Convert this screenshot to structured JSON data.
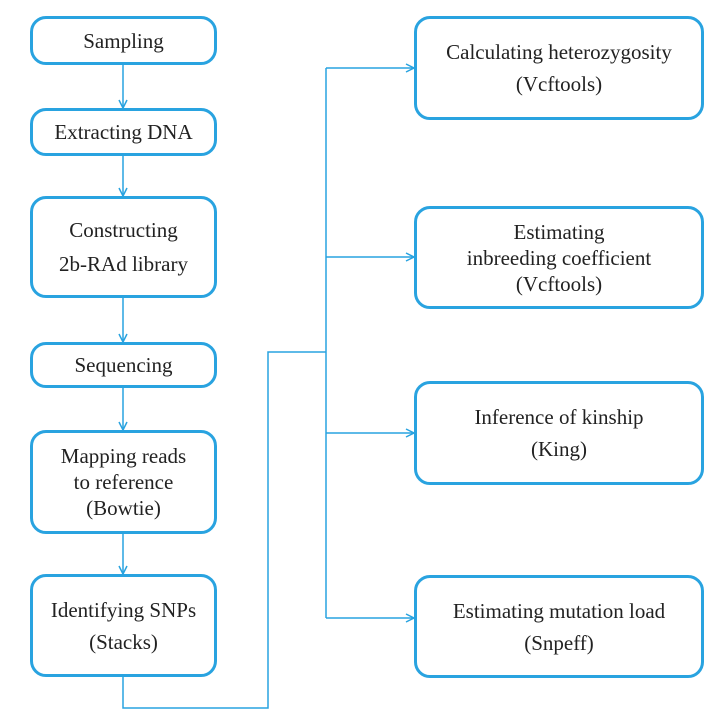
{
  "colors": {
    "stroke": "#29a3e0",
    "text": "#222222",
    "background": "#ffffff"
  },
  "steps": [
    {
      "lines": [
        "Sampling"
      ]
    },
    {
      "lines": [
        "Extracting DNA"
      ]
    },
    {
      "lines": [
        "Constructing",
        "2b-RAd library"
      ]
    },
    {
      "lines": [
        "Sequencing"
      ]
    },
    {
      "lines": [
        "Mapping reads",
        "to reference",
        "(Bowtie)"
      ]
    },
    {
      "lines": [
        "Identifying SNPs",
        "(Stacks)"
      ]
    }
  ],
  "analyses": [
    {
      "lines": [
        "Calculating heterozygosity",
        "(Vcftools)"
      ]
    },
    {
      "lines": [
        "Estimating",
        "inbreeding coefficient",
        "(Vcftools)"
      ]
    },
    {
      "lines": [
        "Inference of kinship",
        "(King)"
      ]
    },
    {
      "lines": [
        "Estimating mutation load",
        "(Snpeff)"
      ]
    }
  ]
}
